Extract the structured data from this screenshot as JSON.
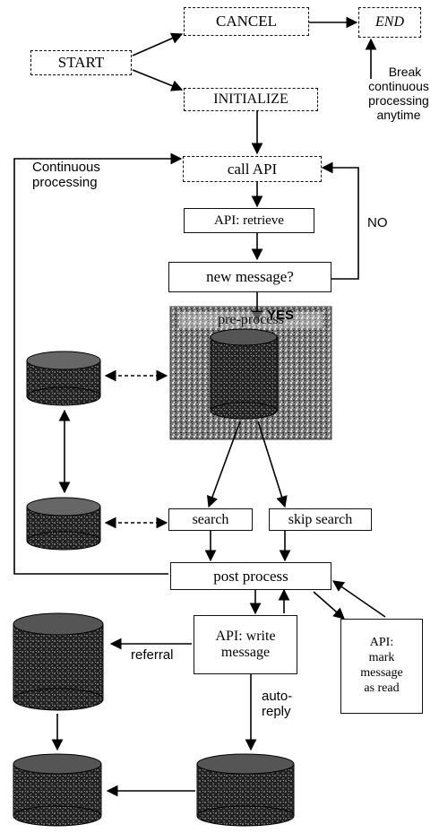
{
  "nodes": {
    "start": "START",
    "cancel": "CANCEL",
    "end": "END",
    "initialize": "INITIALIZE",
    "call_api": "call API",
    "api_retrieve": "API: retrieve",
    "new_message": "new message?",
    "pre_process": "pre-process",
    "search": "search",
    "skip_search": "skip search",
    "post_process": "post process",
    "api_write_1": "API: write",
    "api_write_2": "message",
    "api_mark": [
      "API:",
      "mark",
      "message",
      "as read"
    ]
  },
  "labels": {
    "break_note": [
      "Break",
      "continuous",
      "processing",
      "anytime"
    ],
    "continuous_processing": [
      "Continuous",
      "processing"
    ],
    "no": "NO",
    "yes": "YES",
    "referral": "referral",
    "auto_reply": [
      "auto-",
      "reply"
    ]
  }
}
